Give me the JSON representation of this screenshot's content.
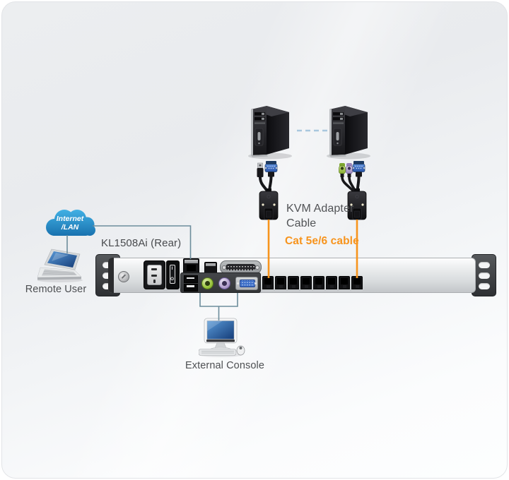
{
  "labels": {
    "device_name": "KL1508Ai (Rear)",
    "kvm_adapter_line1": "KVM Adapter",
    "kvm_adapter_line2": "Cable",
    "cat_cable": "Cat 5e/6 cable",
    "remote_user": "Remote User",
    "external_console": "External Console"
  },
  "cloud": {
    "line1": "Internet",
    "line2": "/LAN"
  },
  "device": {
    "kvm_port_count": 8,
    "power_switch": {
      "on_mark": "I",
      "off_mark": "O"
    }
  },
  "colors": {
    "cable_orange": "#F7941D",
    "cat_cable_text": "#F7941D",
    "connection_line": "#6D8D9C",
    "dashed_link": "#A9C7DE",
    "cloud_blue_top": "#41B0E4",
    "cloud_blue_bottom": "#146AA8",
    "label_text": "#4D4F52"
  }
}
